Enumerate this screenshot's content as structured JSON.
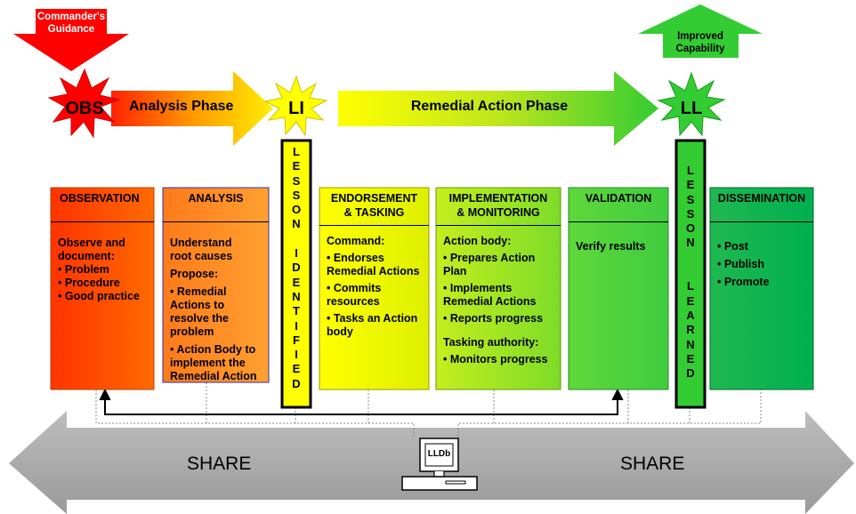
{
  "guidance": {
    "label_line1": "Commander's",
    "label_line2": "Guidance"
  },
  "improved": {
    "label_line1": "Improved",
    "label_line2": "Capability"
  },
  "stars": {
    "obs": "OBS",
    "li": "LI",
    "ll": "LL"
  },
  "phases": {
    "analysis": "Analysis Phase",
    "remedial": "Remedial Action Phase"
  },
  "vertical_bars": {
    "lesson_identified": [
      "L",
      "E",
      "S",
      "S",
      "O",
      "N",
      "",
      "I",
      "D",
      "E",
      "N",
      "T",
      "I",
      "F",
      "I",
      "E",
      "D"
    ],
    "lesson_learned": [
      "L",
      "E",
      "S",
      "S",
      "O",
      "N",
      "",
      "",
      "L",
      "E",
      "A",
      "R",
      "N",
      "E",
      "D"
    ]
  },
  "boxes": {
    "observation": {
      "title": "OBSERVATION",
      "lines": [
        "Observe and",
        "document:"
      ],
      "bullets": [
        "• Problem",
        "• Procedure",
        "• Good practice"
      ]
    },
    "analysis": {
      "title": "ANALYSIS",
      "line1": "Understand",
      "line2": "root causes",
      "line3": "Propose:",
      "b1a": "• Remedial",
      "b1b": "Actions to",
      "b1c": "resolve the",
      "b1d": "problem",
      "b2a": "• Action Body to",
      "b2b": "implement the",
      "b2c": "Remedial Action"
    },
    "endorsement": {
      "title1": "ENDORSEMENT",
      "title2": "& TASKING",
      "line1": "Command:",
      "b1a": "• Endorses",
      "b1b": "Remedial Actions",
      "b2a": "• Commits",
      "b2b": "resources",
      "b3a": "• Tasks an Action",
      "b3b": "body"
    },
    "implementation": {
      "title1": "IMPLEMENTATION",
      "title2": "& MONITORING",
      "line1": "Action body:",
      "b1a": "• Prepares Action",
      "b1b": "Plan",
      "b2a": "• Implements",
      "b2b": "Remedial Actions",
      "b3": "• Reports progress",
      "line2": "Tasking authority:",
      "b4": "• Monitors progress"
    },
    "validation": {
      "title": "VALIDATION",
      "line1": "Verify results"
    },
    "dissemination": {
      "title": "DISSEMINATION",
      "bullets": [
        "• Post",
        "• Publish",
        "• Promote"
      ]
    }
  },
  "share": {
    "left": "SHARE",
    "right": "SHARE"
  },
  "database": {
    "label": "LLDb"
  },
  "colors": {
    "red": "#ff0000",
    "orange": "#ff6600",
    "yellow": "#ffff00",
    "green": "#33cc33",
    "dark_green": "#00b050",
    "grey_arrow": "#a6a6a6"
  }
}
